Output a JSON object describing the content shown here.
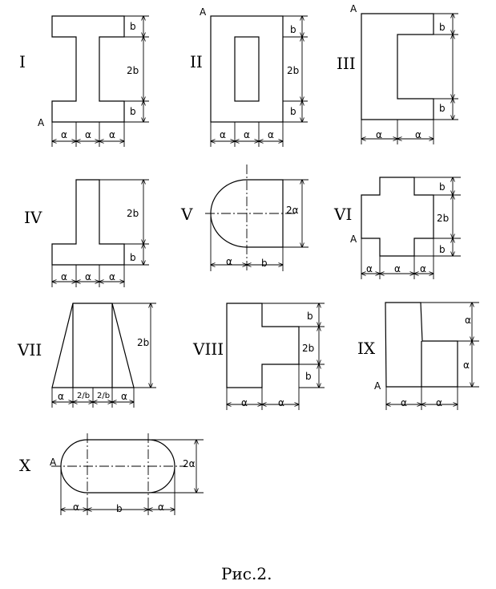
{
  "figure": {
    "caption": "Рис.2.",
    "point_label": "A",
    "sections": [
      {
        "roman": "I",
        "labels": {
          "b_top": "b",
          "b2": "2b",
          "b_bot": "b",
          "a1": "α",
          "a2": "α",
          "a3": "α"
        }
      },
      {
        "roman": "II",
        "labels": {
          "b_top": "b",
          "b2": "2b",
          "b_bot": "b",
          "a1": "α",
          "a2": "α",
          "a3": "α"
        }
      },
      {
        "roman": "III",
        "labels": {
          "b_top": "b",
          "b_bot": "b",
          "a1": "α",
          "a2": "α"
        }
      },
      {
        "roman": "IV",
        "labels": {
          "b2": "2b",
          "b": "b",
          "a1": "α",
          "a2": "α",
          "a3": "α"
        }
      },
      {
        "roman": "V",
        "labels": {
          "h": "2α",
          "a": "α",
          "b": "b"
        }
      },
      {
        "roman": "VI",
        "labels": {
          "b_top": "b",
          "b2": "2b",
          "b_bot": "b",
          "a1": "α",
          "a2": "α",
          "a3": "α"
        }
      },
      {
        "roman": "VII",
        "labels": {
          "b2": "2b",
          "a1": "α",
          "m1": "2/b",
          "m2": "2/b",
          "a2": "α"
        }
      },
      {
        "roman": "VIII",
        "labels": {
          "b_top": "b",
          "b2": "2b",
          "b_bot": "b",
          "a1": "α",
          "a2": "α"
        }
      },
      {
        "roman": "IX",
        "labels": {
          "h1": "α",
          "h2": "α",
          "a1": "α",
          "a2": "α"
        }
      },
      {
        "roman": "X",
        "labels": {
          "h": "2α",
          "a1": "α",
          "b": "b",
          "a2": "α"
        }
      }
    ]
  }
}
